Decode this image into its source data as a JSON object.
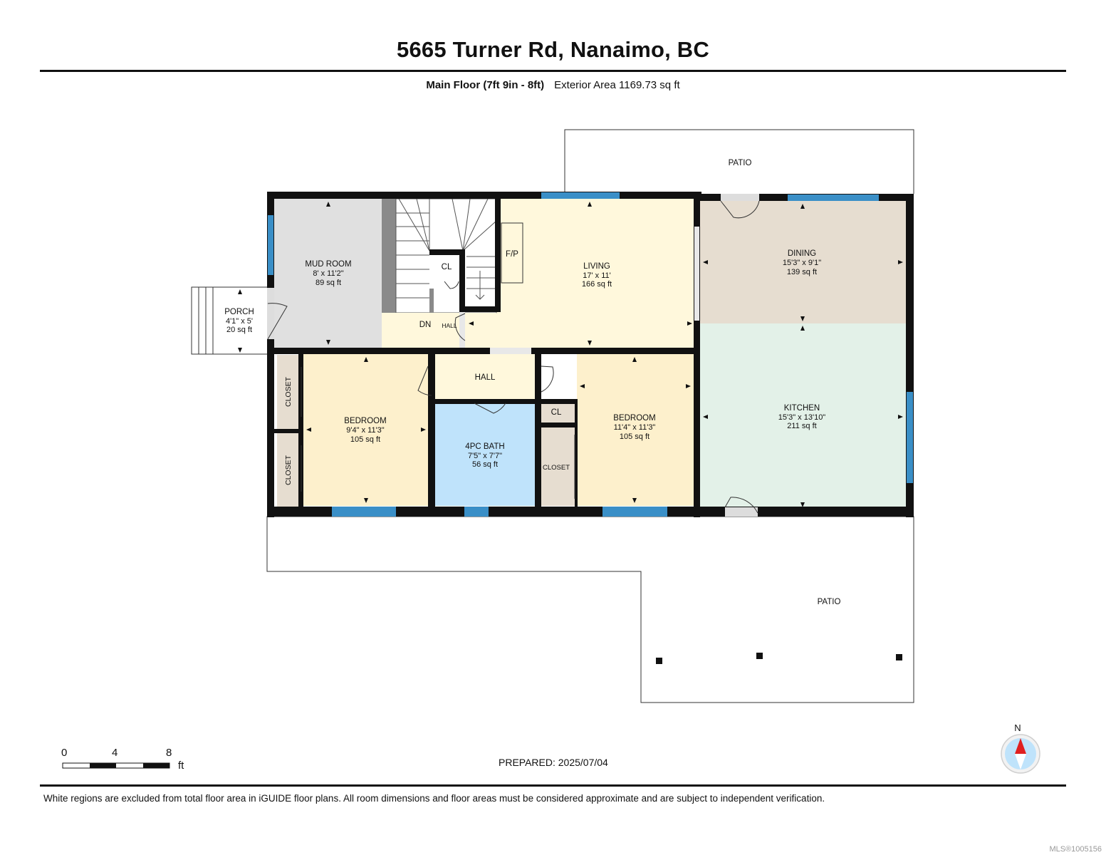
{
  "header": {
    "title": "5665 Turner Rd, Nanaimo, BC",
    "floor_label": "Main Floor (7ft 9in - 8ft)",
    "area_label": "Exterior Area 1169.73 sq ft"
  },
  "rooms": {
    "patio_top": {
      "name": "PATIO"
    },
    "patio_bottom": {
      "name": "PATIO"
    },
    "mud_room": {
      "name": "MUD ROOM",
      "dims": "8' x 11'2\"",
      "area": "89 sq ft"
    },
    "porch": {
      "name": "PORCH",
      "dims": "4'1\" x 5'",
      "area": "20 sq ft"
    },
    "living": {
      "name": "LIVING",
      "dims": "17' x 11'",
      "area": "166 sq ft"
    },
    "dining": {
      "name": "DINING",
      "dims": "15'3\" x 9'1\"",
      "area": "139 sq ft"
    },
    "kitchen": {
      "name": "KITCHEN",
      "dims": "15'3\" x 13'10\"",
      "area": "211 sq ft"
    },
    "bedroom_left": {
      "name": "BEDROOM",
      "dims": "9'4\" x 11'3\"",
      "area": "105 sq ft"
    },
    "bedroom_right": {
      "name": "BEDROOM",
      "dims": "11'4\" x 11'3\"",
      "area": "105 sq ft"
    },
    "bath": {
      "name": "4PC BATH",
      "dims": "7'5\" x 7'7\"",
      "area": "56 sq ft"
    },
    "hall_main": {
      "name": "HALL"
    },
    "hall_small": {
      "name": "HALL"
    },
    "closet_1": {
      "name": "CLOSET"
    },
    "closet_2": {
      "name": "CLOSET"
    },
    "closet_3": {
      "name": "CLOSET"
    },
    "cl_stair": {
      "name": "CL"
    },
    "cl_right": {
      "name": "CL"
    },
    "fireplace": {
      "name": "F/P"
    },
    "stairs_down": {
      "name": "DN"
    }
  },
  "scale_bar": {
    "ticks": [
      "0",
      "4",
      "8"
    ],
    "unit": "ft"
  },
  "compass": {
    "label": "N"
  },
  "footer": {
    "prepared": "PREPARED: 2025/07/04",
    "disclaimer": "White regions are excluded from total floor area in iGUIDE floor plans. All room dimensions and floor areas must be considered approximate and are subject to independent verification.",
    "mls": "MLS®1005156"
  },
  "colors": {
    "wall": "#111111",
    "window": "#3a8fc7",
    "mud_room": "#e0e0e0",
    "living": "#fff8dc",
    "dining": "#e6ddd0",
    "kitchen": "#e3f1e8",
    "bedroom": "#fdf0cc",
    "bath": "#bfe3fb",
    "closet": "#e6ddd0"
  }
}
